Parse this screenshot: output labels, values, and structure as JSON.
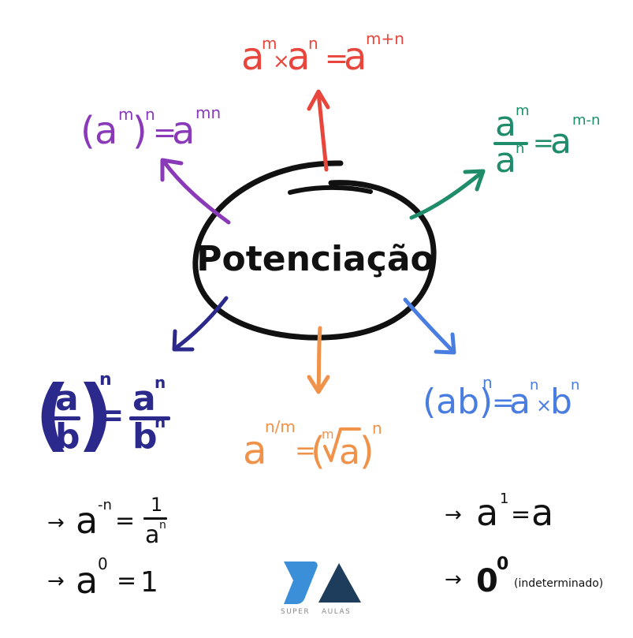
{
  "center": {
    "label": "Potenciação",
    "color": "#111111"
  },
  "colors": {
    "red": "#e8463c",
    "purple": "#8a3ab9",
    "green": "#1f8c6b",
    "navy": "#2b2a8c",
    "orange": "#f0924a",
    "blue": "#4a7de0",
    "black": "#111111"
  },
  "rules": {
    "product": {
      "a": "a",
      "m": "m",
      "times": "×",
      "n": "n",
      "eq": "=",
      "exp": "m+n"
    },
    "power": {
      "open": "(",
      "a": "a",
      "m": "m",
      "close": ")",
      "n": "n",
      "eq": "=",
      "exp": "mn"
    },
    "quotient": {
      "num": "a",
      "num_exp": "m",
      "den": "a",
      "den_exp": "n",
      "eq": "=",
      "exp": "m-n"
    },
    "fraction_power": {
      "num": "a",
      "den": "b",
      "n": "n",
      "eq": "=",
      "rnum": "a",
      "rnum_exp": "n",
      "rden": "b",
      "rden_exp": "n"
    },
    "root": {
      "a": "a",
      "exp": "n/m",
      "eq": "=",
      "open": "(",
      "index": "m",
      "radicand": "a",
      "close": ")",
      "n": "n"
    },
    "product_power": {
      "base": "(ab)",
      "n": "n",
      "eq": "=",
      "a": "a",
      "a_exp": "n",
      "times": "×",
      "b": "b",
      "b_exp": "n"
    }
  },
  "notes": {
    "neg": {
      "arrow": "→",
      "a": "a",
      "exp": "-n",
      "eq": "=",
      "num": "1",
      "den": "a",
      "den_exp": "n"
    },
    "zero": {
      "arrow": "→",
      "a": "a",
      "exp": "0",
      "eq": "=",
      "val": "1"
    },
    "one": {
      "arrow": "→",
      "a": "a",
      "exp": "1",
      "eq": "=",
      "val": "a"
    },
    "zerozero": {
      "arrow": "→",
      "base": "0",
      "exp": "0",
      "note": "(indeterminado)"
    }
  },
  "logo": {
    "top": "SUPER",
    "bottom": "AULAS",
    "c1": "#3a8fd8",
    "c2": "#1e3d5c"
  }
}
